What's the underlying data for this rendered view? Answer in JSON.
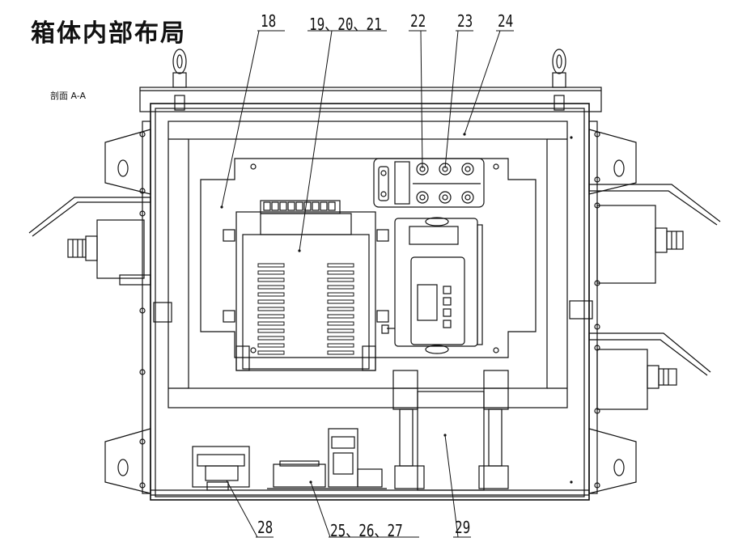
{
  "title": "箱体内部布局",
  "section_label": "剖面 A-A",
  "callouts": {
    "c18": "18",
    "c19": "19、20、21",
    "c22": "22",
    "c23": "23",
    "c24": "24",
    "c25": "25、26、27",
    "c28": "28",
    "c29": "29"
  },
  "colors": {
    "line": "#111111",
    "paper": "#ffffff",
    "shade": "#cfcfcf"
  }
}
